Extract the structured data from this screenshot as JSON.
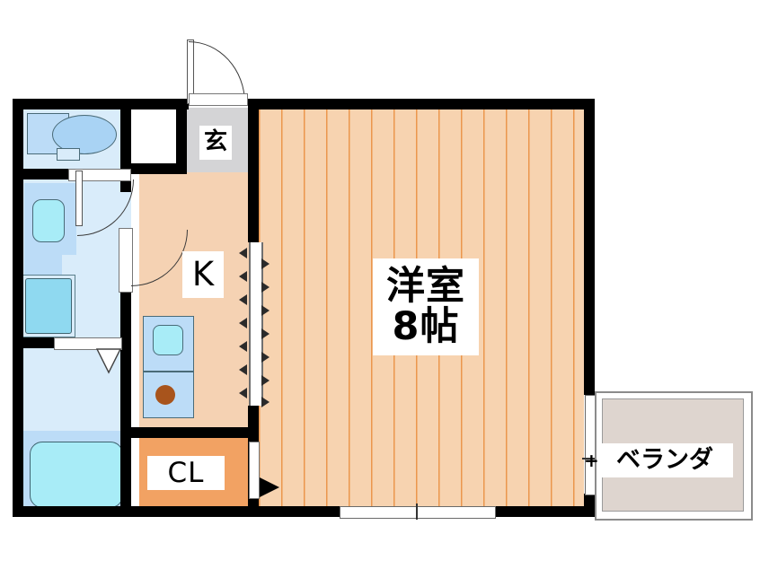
{
  "plan": {
    "type": "apartment-floor-plan",
    "layout_code": "1K",
    "rooms": [
      {
        "key": "main_room",
        "label": "洋室",
        "size_label": "8帖",
        "size_value": 8,
        "unit": "帖",
        "fill": "#f7d3b0",
        "flooring": "western-wood"
      },
      {
        "key": "kitchen",
        "label": "K",
        "fill": "#f5d2b3"
      },
      {
        "key": "entrance",
        "label": "玄",
        "fill": "#d4d4d6"
      },
      {
        "key": "closet",
        "label": "CL",
        "fill": "#f2a263"
      },
      {
        "key": "balcony",
        "label": "ベランダ",
        "fill": "#ded5cf"
      },
      {
        "key": "toilet",
        "label": "",
        "fill": "#d9ecfa"
      },
      {
        "key": "washroom",
        "label": "",
        "fill": "#d9ecfa"
      },
      {
        "key": "bath",
        "label": "",
        "fill": "#d9ecfa"
      }
    ],
    "labels": {
      "main_room_name": "洋室",
      "main_room_size": "8帖",
      "kitchen": "K",
      "entrance": "玄",
      "closet": "CL",
      "balcony": "ベランダ"
    },
    "fixtures": [
      {
        "name": "toilet-bowl",
        "room": "toilet"
      },
      {
        "name": "toilet-tank",
        "room": "toilet"
      },
      {
        "name": "wash-basin",
        "room": "washroom"
      },
      {
        "name": "washing-machine-pan",
        "room": "washroom"
      },
      {
        "name": "bathtub",
        "room": "bath"
      },
      {
        "name": "kitchen-sink",
        "room": "kitchen"
      },
      {
        "name": "stove-burner",
        "room": "kitchen"
      }
    ],
    "openings": [
      {
        "name": "entrance-door",
        "type": "hinged-door",
        "swing": "outward"
      },
      {
        "name": "toilet-door",
        "type": "hinged-door"
      },
      {
        "name": "washroom-door",
        "type": "hinged-door"
      },
      {
        "name": "kitchen-partition",
        "type": "folding-accordion-door"
      },
      {
        "name": "closet-door",
        "type": "hinged-door"
      },
      {
        "name": "bath-door",
        "type": "folding-door"
      },
      {
        "name": "balcony-window",
        "type": "sliding-window"
      },
      {
        "name": "room-window",
        "type": "sliding-window"
      }
    ],
    "colors": {
      "wall": "#000000",
      "main_floor": "#f7d3b0",
      "floor_line": "#e98c3c",
      "kitchen_floor": "#f5d2b3",
      "closet": "#f2a263",
      "entrance": "#d4d4d6",
      "balcony": "#ded5cf",
      "water_pale": "#d9ecfa",
      "water_mid": "#bcdcf7",
      "tub": "#a8ecf7",
      "burner": "#a8541c"
    }
  }
}
